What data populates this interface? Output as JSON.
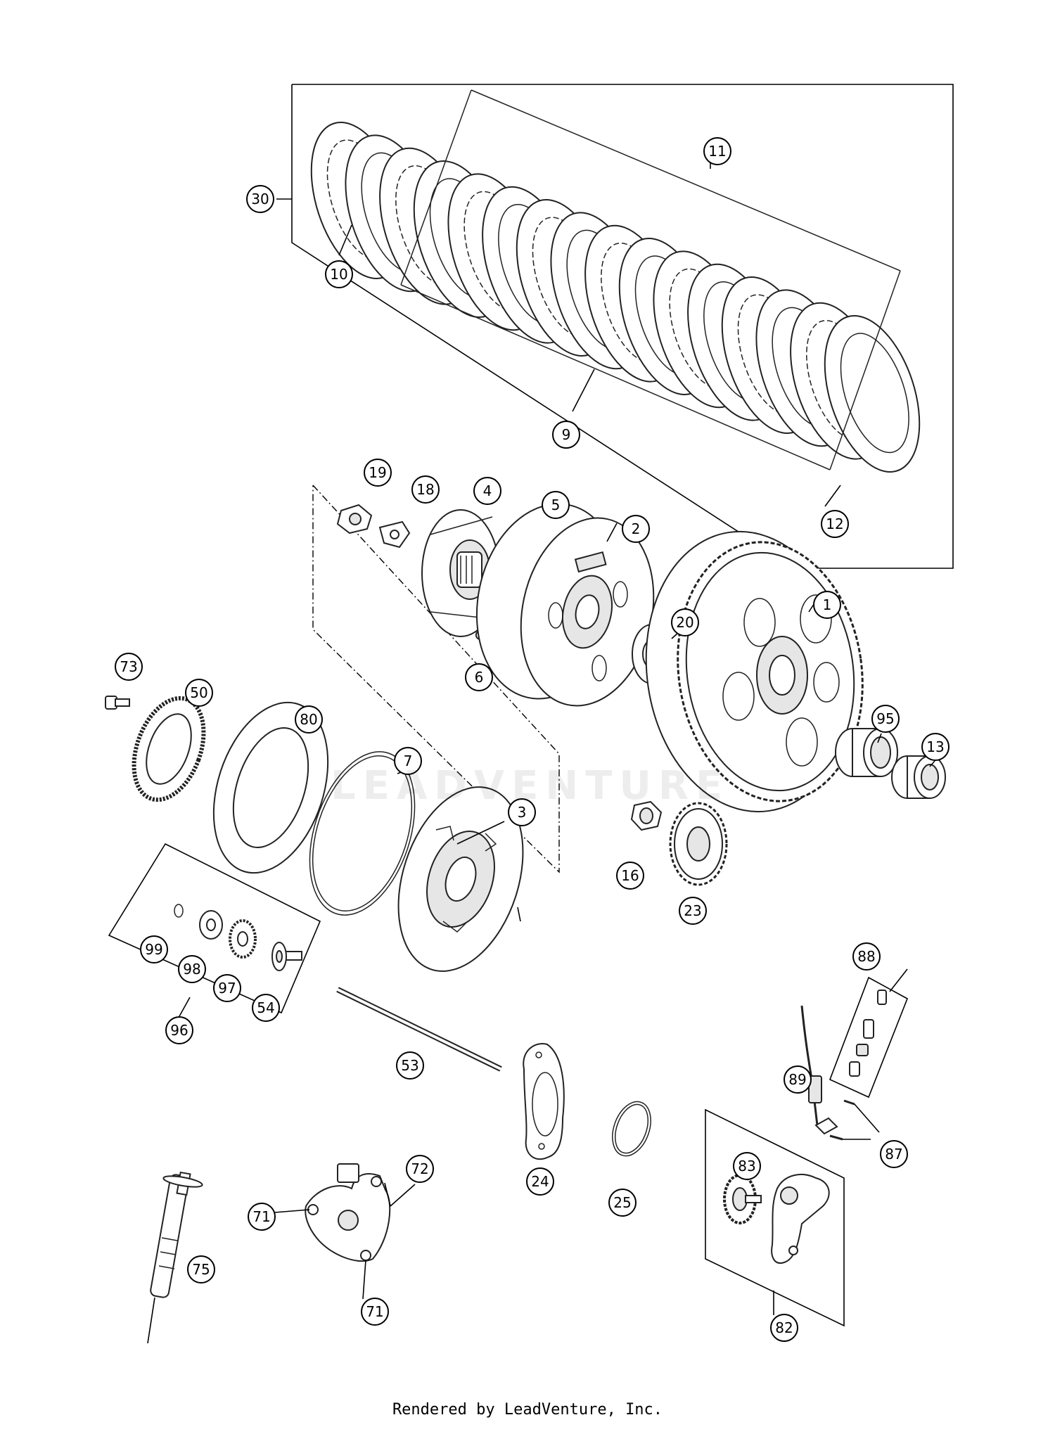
{
  "diagram": {
    "callouts": [
      {
        "id": "c1",
        "label": "1"
      },
      {
        "id": "c2",
        "label": "2"
      },
      {
        "id": "c3",
        "label": "3"
      },
      {
        "id": "c4",
        "label": "4"
      },
      {
        "id": "c5",
        "label": "5"
      },
      {
        "id": "c6",
        "label": "6"
      },
      {
        "id": "c7",
        "label": "7"
      },
      {
        "id": "c9",
        "label": "9"
      },
      {
        "id": "c10",
        "label": "10"
      },
      {
        "id": "c11",
        "label": "11"
      },
      {
        "id": "c12",
        "label": "12"
      },
      {
        "id": "c13",
        "label": "13"
      },
      {
        "id": "c16",
        "label": "16"
      },
      {
        "id": "c18",
        "label": "18"
      },
      {
        "id": "c19",
        "label": "19"
      },
      {
        "id": "c20",
        "label": "20"
      },
      {
        "id": "c23",
        "label": "23"
      },
      {
        "id": "c24",
        "label": "24"
      },
      {
        "id": "c25",
        "label": "25"
      },
      {
        "id": "c30",
        "label": "30"
      },
      {
        "id": "c50",
        "label": "50"
      },
      {
        "id": "c53",
        "label": "53"
      },
      {
        "id": "c54",
        "label": "54"
      },
      {
        "id": "c71a",
        "label": "71"
      },
      {
        "id": "c71b",
        "label": "71"
      },
      {
        "id": "c72",
        "label": "72"
      },
      {
        "id": "c73",
        "label": "73"
      },
      {
        "id": "c75",
        "label": "75"
      },
      {
        "id": "c80",
        "label": "80"
      },
      {
        "id": "c82",
        "label": "82"
      },
      {
        "id": "c83",
        "label": "83"
      },
      {
        "id": "c87",
        "label": "87"
      },
      {
        "id": "c88",
        "label": "88"
      },
      {
        "id": "c89",
        "label": "89"
      },
      {
        "id": "c95",
        "label": "95"
      },
      {
        "id": "c96",
        "label": "96"
      },
      {
        "id": "c97",
        "label": "97"
      },
      {
        "id": "c98",
        "label": "98"
      },
      {
        "id": "c99",
        "label": "99"
      }
    ],
    "watermark": "LEADVENTURE"
  },
  "footer": {
    "text": "Rendered by LeadVenture, Inc."
  }
}
